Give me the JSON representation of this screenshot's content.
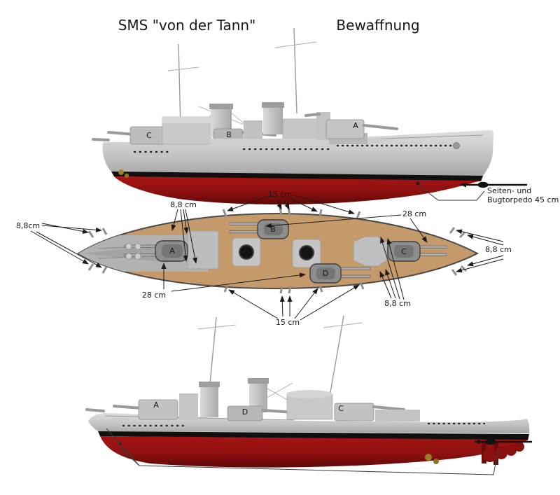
{
  "header": {
    "title_left": "SMS \"von der Tann\"",
    "title_right": "Bewaffnung"
  },
  "annotations": {
    "top_15cm": "15 cm",
    "top_88": "8,8 cm",
    "top_28": "28 cm",
    "left_88": "8,8cm",
    "right_88": "8,8 cm",
    "bottom_28": "28 cm",
    "bottom_88": "8,8 cm",
    "bottom_15cm": "15 cm",
    "torpedo_label_line1": "Seiten- und",
    "torpedo_label_line2": "Bugtorpedo 45 cm"
  },
  "turrets": {
    "side_top": {
      "c": "C",
      "b": "B",
      "a": "A"
    },
    "plan": {
      "a": "A",
      "b": "B",
      "c": "C",
      "d": "D"
    },
    "side_bottom": {
      "a": "A",
      "d": "D",
      "c": "C"
    }
  },
  "colors": {
    "background": "#ffffff",
    "deck": "#c59a6b",
    "hull_red": "#9c1111",
    "hull_red_dark": "#600909",
    "waterline": "#101010",
    "superstructure": "#c6c6c6",
    "turret": "#8e8e8e",
    "outline": "#4a4a4a",
    "annotation_line": "#1a1a1a",
    "propeller_gold": "#97812c"
  }
}
